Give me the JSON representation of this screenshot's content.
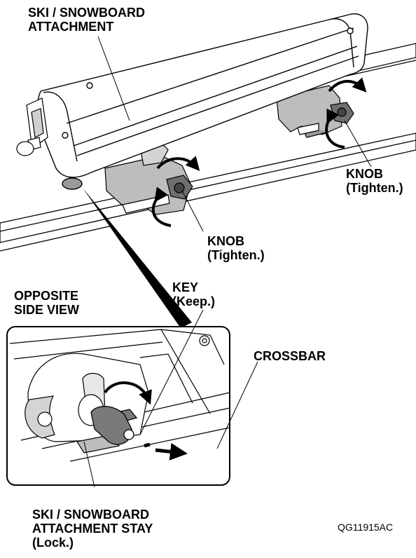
{
  "labels": {
    "attachment": {
      "line1": "SKI / SNOWBOARD",
      "line2": "ATTACHMENT"
    },
    "knob_right": {
      "line1": "KNOB",
      "line2": "(Tighten.)"
    },
    "knob_left": {
      "line1": "KNOB",
      "line2": "(Tighten.)"
    },
    "opposite": {
      "line1": "OPPOSITE",
      "line2": "SIDE VIEW"
    },
    "key": {
      "line1": "KEY",
      "line2": "(Keep.)"
    },
    "crossbar": "CROSSBAR",
    "stay": {
      "line1": "SKI / SNOWBOARD",
      "line2": "ATTACHMENT STAY",
      "line3": "(Lock.)"
    }
  },
  "figure_code": "QG11915AC",
  "colors": {
    "line": "#000000",
    "body": "#ffffff",
    "shade": "#bdbdbd",
    "shade_dark": "#8a8a8a",
    "key": "#7a7a7a"
  }
}
